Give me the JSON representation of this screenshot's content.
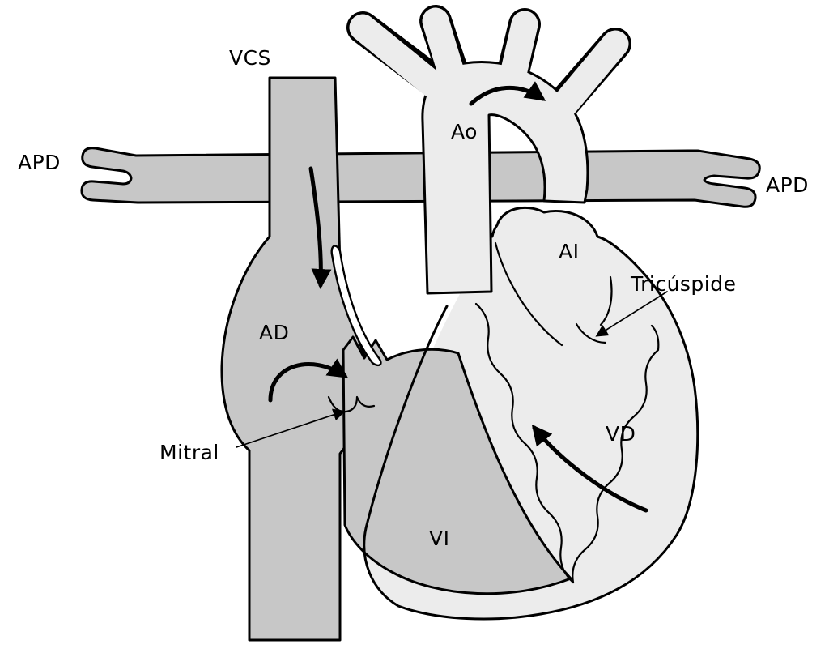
{
  "diagram": {
    "labels": {
      "vcs": "VCS",
      "apd_left": "APD",
      "apd_right": "APD",
      "ao": "Ao",
      "ai": "AI",
      "tricuspide": "Tricúspide",
      "ad": "AD",
      "mitral": "Mitral",
      "vd": "VD",
      "vi": "VI"
    },
    "colors": {
      "gray_fill": "#c7c7c7",
      "light_fill": "#ececec",
      "channel_fill": "#ffffff",
      "line": "#000000",
      "background": "#ffffff"
    }
  }
}
